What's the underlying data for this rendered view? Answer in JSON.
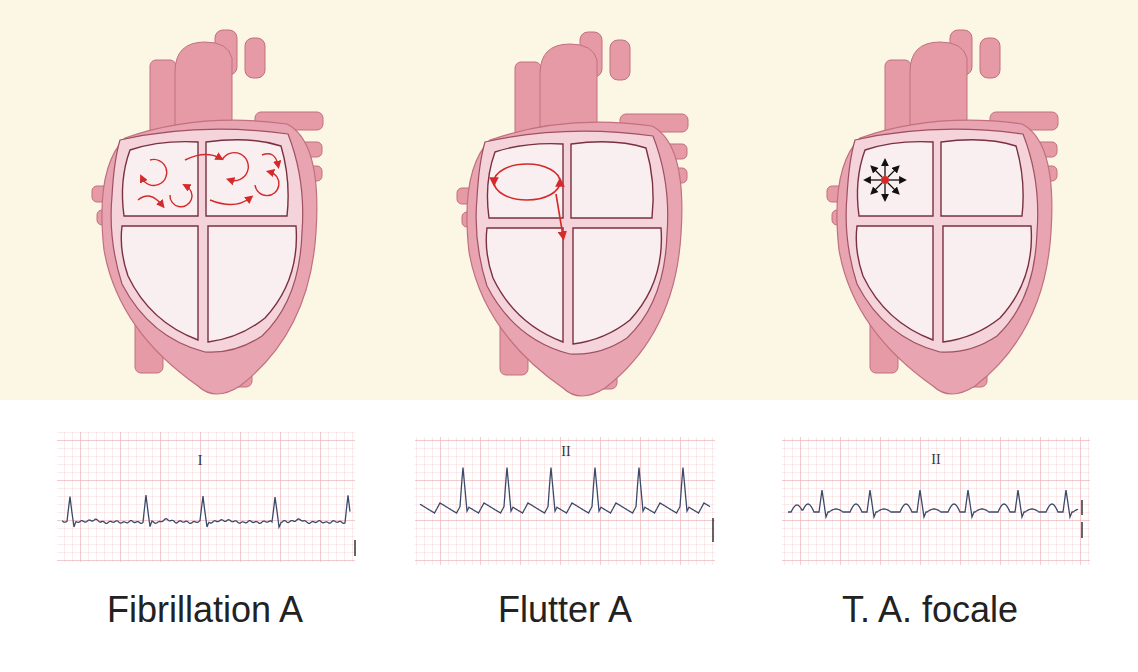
{
  "diagram": {
    "labels": [
      "I",
      "II",
      "II",
      "Fibrillation A",
      "Flutter A",
      "T. A. focale"
    ]
  }
}
